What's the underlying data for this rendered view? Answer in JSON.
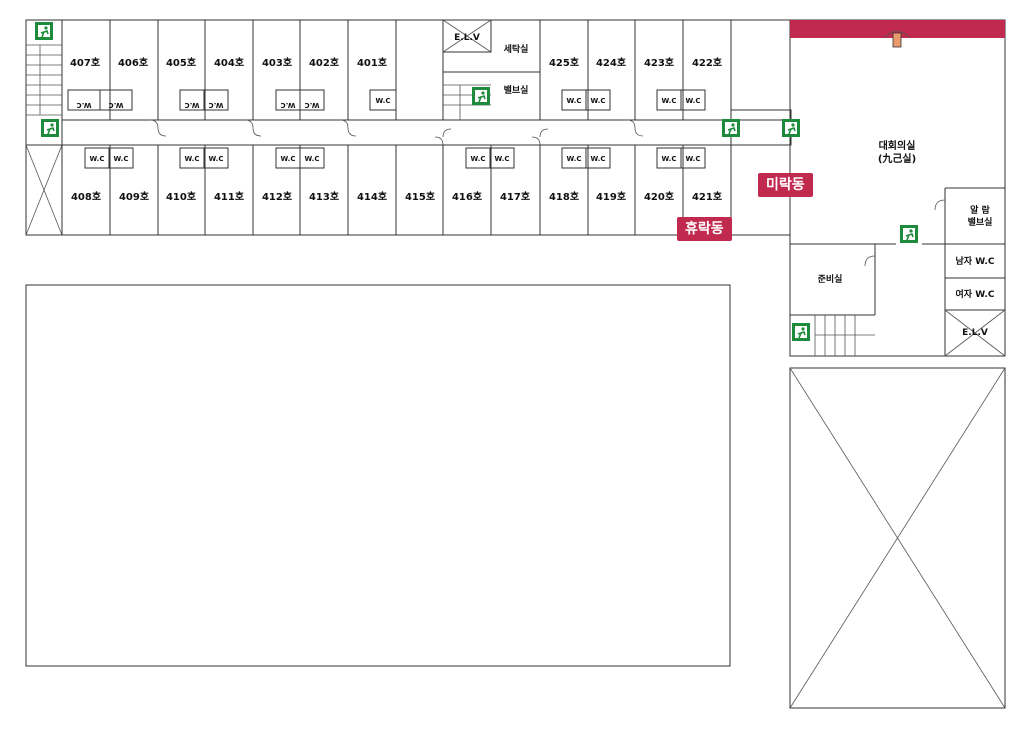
{
  "colors": {
    "accent": "#c2294f",
    "exit_green": "#1e8a3c",
    "wall": "#333333"
  },
  "rooms_top_left": [
    "407호",
    "406호",
    "405호",
    "404호",
    "403호",
    "402호",
    "401호"
  ],
  "rooms_top_right": [
    "425호",
    "424호",
    "423호",
    "422호"
  ],
  "rooms_bottom": [
    "408호",
    "409호",
    "410호",
    "411호",
    "412호",
    "413호",
    "414호",
    "415호",
    "416호",
    "417호",
    "418호",
    "419호",
    "420호",
    "421호"
  ],
  "wc_label": "W.C",
  "elevator_label": "E.L.V",
  "laundry_label": "세탁실",
  "valve_room_label": "밸브실",
  "hall_name": "대회의실",
  "hall_sub": "(九己실)",
  "alarm_label": "알 람",
  "alarm_sub": "밸브실",
  "prep_room_label": "준비실",
  "men_wc_label": "남자 W.C",
  "women_wc_label": "여자 W.C",
  "wing_left_badge": "휴락동",
  "wing_right_badge": "미락동",
  "icons": [
    "emergency-exit-icon",
    "elevator-icon"
  ]
}
